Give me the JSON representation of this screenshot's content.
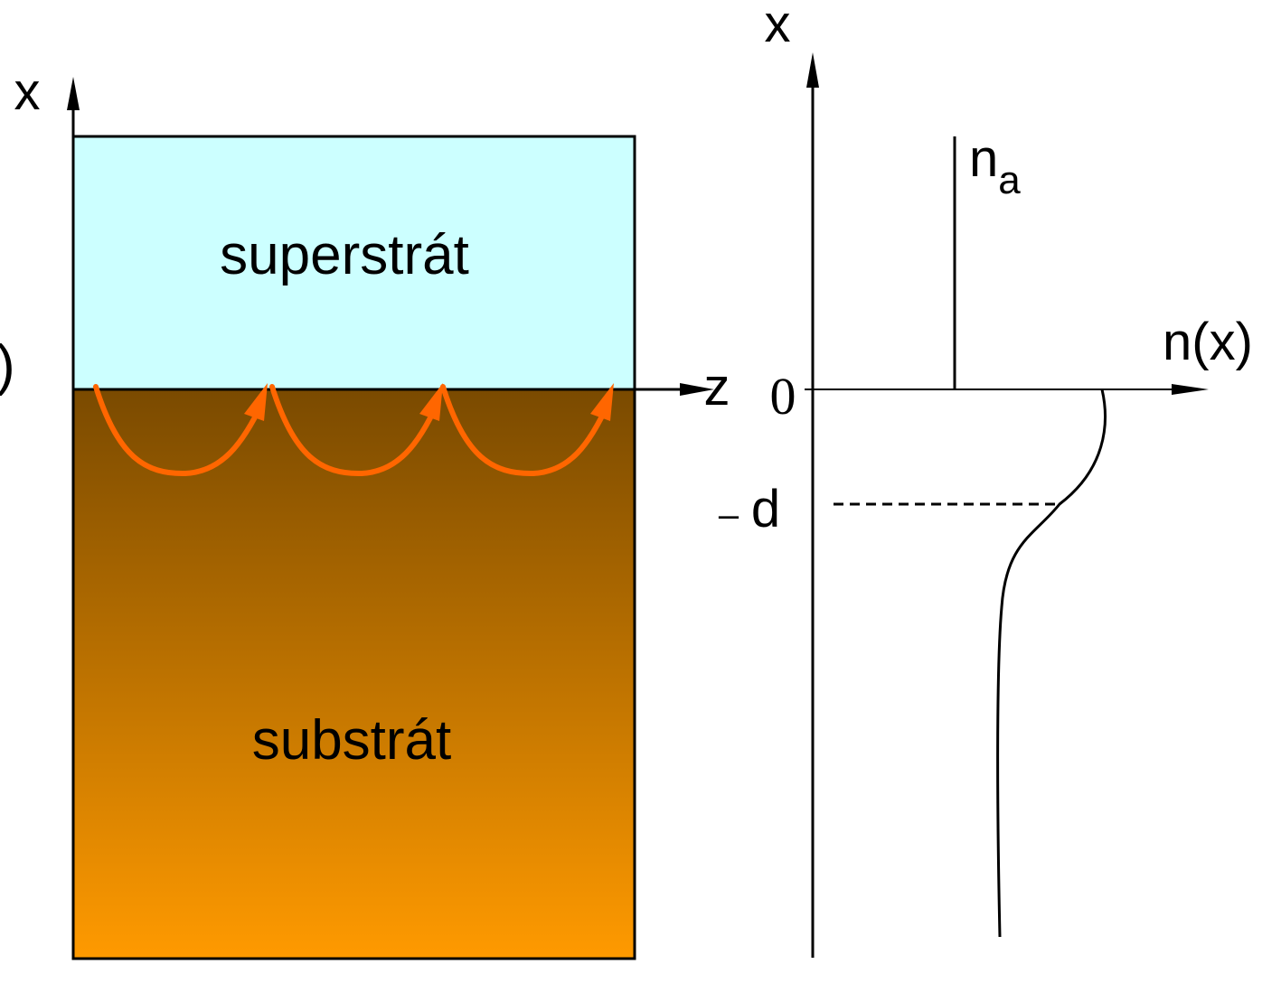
{
  "left_panel": {
    "axis_x_label": "x",
    "axis_z_label": "z",
    "edge_glyph": ")",
    "superstrate_label": "superstrát",
    "substrate_label": "substrát",
    "colors": {
      "superstrate_fill": "#ccffff",
      "substrate_top": "#7a4a00",
      "substrate_bottom": "#ff9a00",
      "ray": "#ff6600"
    }
  },
  "right_panel": {
    "axis_x_label": "x",
    "axis_n_label": "n(x)",
    "zero_label": "0",
    "depth_label": "d",
    "depth_minus": "–",
    "na_symbol": "n",
    "na_subscript": "a"
  }
}
